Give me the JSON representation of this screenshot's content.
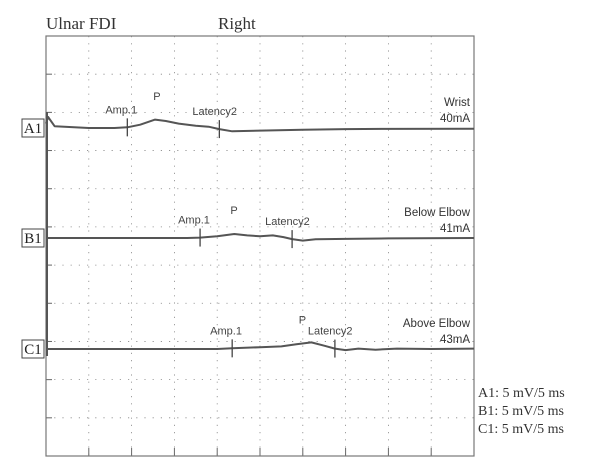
{
  "header": {
    "nerve": "Ulnar FDI",
    "side": "Right"
  },
  "colors": {
    "trace": "#555555",
    "grid": "#888888",
    "frame": "#777777",
    "text": "#333333"
  },
  "chart_data": {
    "type": "line",
    "title": "",
    "xlabel": "",
    "ylabel": "",
    "grid": true,
    "time_divisions": 10,
    "scales": [
      "A1: 5 mV/5 ms",
      "B1: 5 mV/5 ms",
      "C1: 5 mV/5 ms"
    ],
    "series": [
      {
        "name": "A1",
        "site": "Wrist",
        "stim": "40mA",
        "markers": [
          {
            "label": "Amp.1",
            "t": 1.9
          },
          {
            "label": "P",
            "t": 2.6
          },
          {
            "label": "Latency2",
            "t": 4.05
          }
        ],
        "trace": [
          [
            0,
            0.2
          ],
          [
            0.05,
            0.5
          ],
          [
            0.2,
            0.08
          ],
          [
            1.0,
            0
          ],
          [
            1.6,
            0
          ],
          [
            1.9,
            0.03
          ],
          [
            2.2,
            0.15
          ],
          [
            2.55,
            0.38
          ],
          [
            2.8,
            0.32
          ],
          [
            3.1,
            0.2
          ],
          [
            3.5,
            0.1
          ],
          [
            3.8,
            0.06
          ],
          [
            4.05,
            -0.05
          ],
          [
            4.35,
            -0.15
          ],
          [
            5,
            -0.12
          ],
          [
            6,
            -0.08
          ],
          [
            7,
            -0.05
          ],
          [
            8,
            -0.04
          ],
          [
            10,
            -0.03
          ]
        ]
      },
      {
        "name": "B1",
        "site": "Below Elbow",
        "stim": "41mA",
        "markers": [
          {
            "label": "Amp.1",
            "t": 3.6
          },
          {
            "label": "P",
            "t": 4.4
          },
          {
            "label": "Latency2",
            "t": 5.75
          }
        ],
        "trace": [
          [
            0,
            0
          ],
          [
            3.3,
            0
          ],
          [
            3.6,
            0.02
          ],
          [
            4.0,
            0.08
          ],
          [
            4.4,
            0.18
          ],
          [
            4.7,
            0.12
          ],
          [
            5.0,
            0.08
          ],
          [
            5.3,
            0.12
          ],
          [
            5.55,
            0.04
          ],
          [
            5.75,
            -0.05
          ],
          [
            6.0,
            -0.12
          ],
          [
            6.3,
            -0.06
          ],
          [
            7,
            -0.04
          ],
          [
            8,
            -0.02
          ],
          [
            10,
            0
          ]
        ]
      },
      {
        "name": "C1",
        "site": "Above Elbow",
        "stim": "43mA",
        "markers": [
          {
            "label": "Amp.1",
            "t": 4.35
          },
          {
            "label": "P",
            "t": 6.0
          },
          {
            "label": "Latency2",
            "t": 6.75
          }
        ],
        "trace": [
          [
            0,
            0
          ],
          [
            4.0,
            0
          ],
          [
            4.35,
            0.03
          ],
          [
            5.0,
            0.08
          ],
          [
            5.5,
            0.12
          ],
          [
            5.85,
            0.22
          ],
          [
            6.2,
            0.3
          ],
          [
            6.5,
            0.15
          ],
          [
            6.75,
            0.02
          ],
          [
            7.0,
            -0.05
          ],
          [
            7.3,
            0.02
          ],
          [
            7.7,
            -0.03
          ],
          [
            8.2,
            0.02
          ],
          [
            9,
            0
          ],
          [
            10,
            0.02
          ]
        ]
      }
    ]
  }
}
